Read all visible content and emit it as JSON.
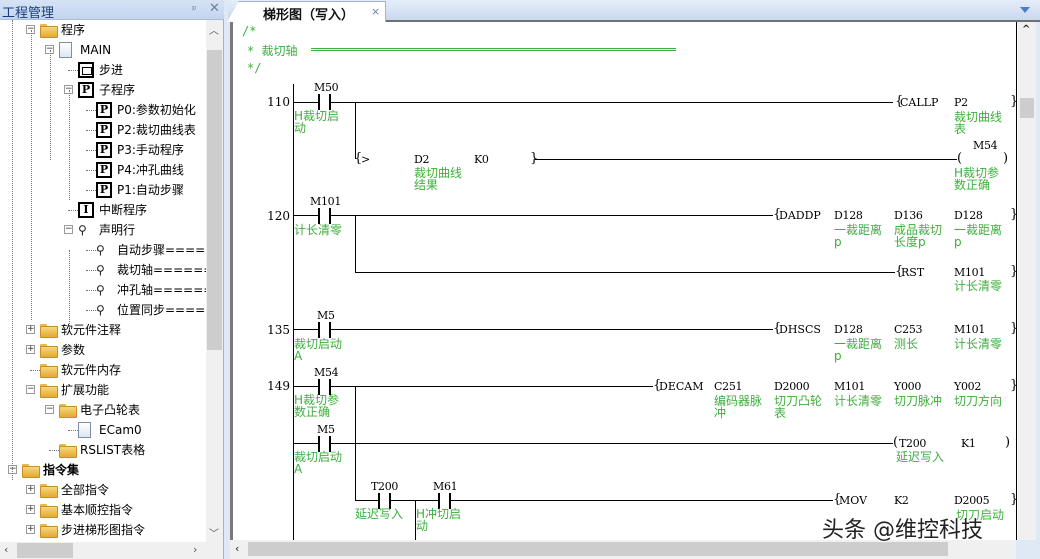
{
  "left_panel": {
    "title": "工程管理",
    "pin_icon": "pin-icon",
    "close_icon": "close-icon",
    "tree": [
      {
        "label": "程序",
        "level": 1,
        "icon": "folder-open-icon",
        "expander": "-"
      },
      {
        "label": "MAIN",
        "level": 2,
        "icon": "document-icon",
        "expander": "-"
      },
      {
        "label": "步进",
        "level": 3,
        "icon": "step-icon"
      },
      {
        "label": "子程序",
        "level": 3,
        "icon": "subroutine-icon",
        "expander": "-"
      },
      {
        "label": "P0:参数初始化",
        "level": 4,
        "icon": "subroutine-icon"
      },
      {
        "label": "P2:裁切曲线表",
        "level": 4,
        "icon": "subroutine-icon"
      },
      {
        "label": "P3:手动程序",
        "level": 4,
        "icon": "subroutine-icon"
      },
      {
        "label": "P4:冲孔曲线",
        "level": 4,
        "icon": "subroutine-icon"
      },
      {
        "label": "P1:自动步骤",
        "level": 4,
        "icon": "subroutine-icon"
      },
      {
        "label": "中断程序",
        "level": 3,
        "icon": "interrupt-icon"
      },
      {
        "label": "声明行",
        "level": 3,
        "icon": "declaration-icon",
        "expander": "-"
      },
      {
        "label": "自动步骤=====",
        "level": 4,
        "icon": "declaration-icon"
      },
      {
        "label": "裁切轴======",
        "level": 4,
        "icon": "declaration-icon"
      },
      {
        "label": "冲孔轴======",
        "level": 4,
        "icon": "declaration-icon"
      },
      {
        "label": "位置同步====",
        "level": 4,
        "icon": "declaration-icon"
      },
      {
        "label": "软元件注释",
        "level": 1,
        "icon": "folder-icon",
        "expander": "+"
      },
      {
        "label": "参数",
        "level": 1,
        "icon": "folder-icon",
        "expander": "+"
      },
      {
        "label": "软元件内存",
        "level": 1,
        "icon": "folder-icon"
      },
      {
        "label": "扩展功能",
        "level": 1,
        "icon": "folder-icon",
        "expander": "-"
      },
      {
        "label": "电子凸轮表",
        "level": 2,
        "icon": "folder-icon",
        "expander": "-"
      },
      {
        "label": "ECam0",
        "level": 3,
        "icon": "document-icon"
      },
      {
        "label": "RSLIST表格",
        "level": 2,
        "icon": "folder-icon"
      },
      {
        "label": "指令集",
        "level": 0,
        "icon": "folder-icon",
        "expander": "-",
        "bold": true
      },
      {
        "label": "全部指令",
        "level": 1,
        "icon": "folder-icon",
        "expander": "+"
      },
      {
        "label": "基本顺控指令",
        "level": 1,
        "icon": "folder-icon",
        "expander": "+"
      },
      {
        "label": "步进梯形图指令",
        "level": 1,
        "icon": "folder-icon",
        "expander": "+"
      }
    ]
  },
  "tab": {
    "label": "梯形图（写入）",
    "close": "×"
  },
  "editor": {
    "comment_open": "/*",
    "comment_title": "*  裁切轴",
    "comment_close": "*/",
    "rungs": {
      "r110": {
        "step": "110",
        "contact": {
          "device": "M50",
          "comment": "H裁切启\n动"
        },
        "call": {
          "instr": "CALLP",
          "op1": "P2",
          "op1_comment": "裁切曲线\n表"
        },
        "compare": {
          "instr": ">",
          "op1": "D2",
          "op1_comment": "裁切曲线\n结果",
          "op2": "K0"
        },
        "coil": {
          "device": "M54",
          "comment": "H裁切参\n数正确"
        }
      },
      "r120": {
        "step": "120",
        "contact": {
          "device": "M101",
          "comment": "计长清零"
        },
        "daddp": {
          "instr": "DADDP",
          "op1": "D128",
          "op1_comment": "一裁距离\np",
          "op2": "D136",
          "op2_comment": "成品裁切\n长度p",
          "op3": "D128",
          "op3_comment": "一裁距离\np"
        },
        "rst": {
          "instr": "RST",
          "op1": "M101",
          "op1_comment": "计长清零"
        }
      },
      "r135": {
        "step": "135",
        "contact": {
          "device": "M5",
          "comment": "裁切启动\nA"
        },
        "dhscs": {
          "instr": "DHSCS",
          "op1": "D128",
          "op1_comment": "一裁距离\np",
          "op2": "C253",
          "op2_comment": "测长",
          "op3": "M101",
          "op3_comment": "计长清零"
        }
      },
      "r149": {
        "step": "149",
        "contact1": {
          "device": "M54",
          "comment": "H裁切参\n数正确"
        },
        "contact2": {
          "device": "M5",
          "comment": "裁切启动\nA"
        },
        "decam": {
          "instr": "DECAM",
          "op1": "C251",
          "op1_comment": "编码器脉\n冲",
          "op2": "D2000",
          "op2_comment": "切刀凸轮\n表",
          "op3": "M101",
          "op3_comment": "计长清零",
          "op4": "Y000",
          "op4_comment": "切刀脉冲",
          "op5": "Y002",
          "op5_comment": "切刀方向"
        },
        "timer": {
          "device": "T200",
          "preset": "K1",
          "comment": "延迟写入"
        },
        "contact3": {
          "device": "T200",
          "comment": "延迟写入"
        },
        "contact4": {
          "device": "M61",
          "comment": "H冲切启\n动"
        },
        "mov": {
          "instr": "MOV",
          "op1": "K2",
          "op2": "D2005",
          "op2_comment": "切刀启动"
        }
      }
    }
  },
  "watermark": "头条 @维控科技",
  "colors": {
    "comment_green": "#3fae3f",
    "title_blue": "#1a3d7a"
  }
}
